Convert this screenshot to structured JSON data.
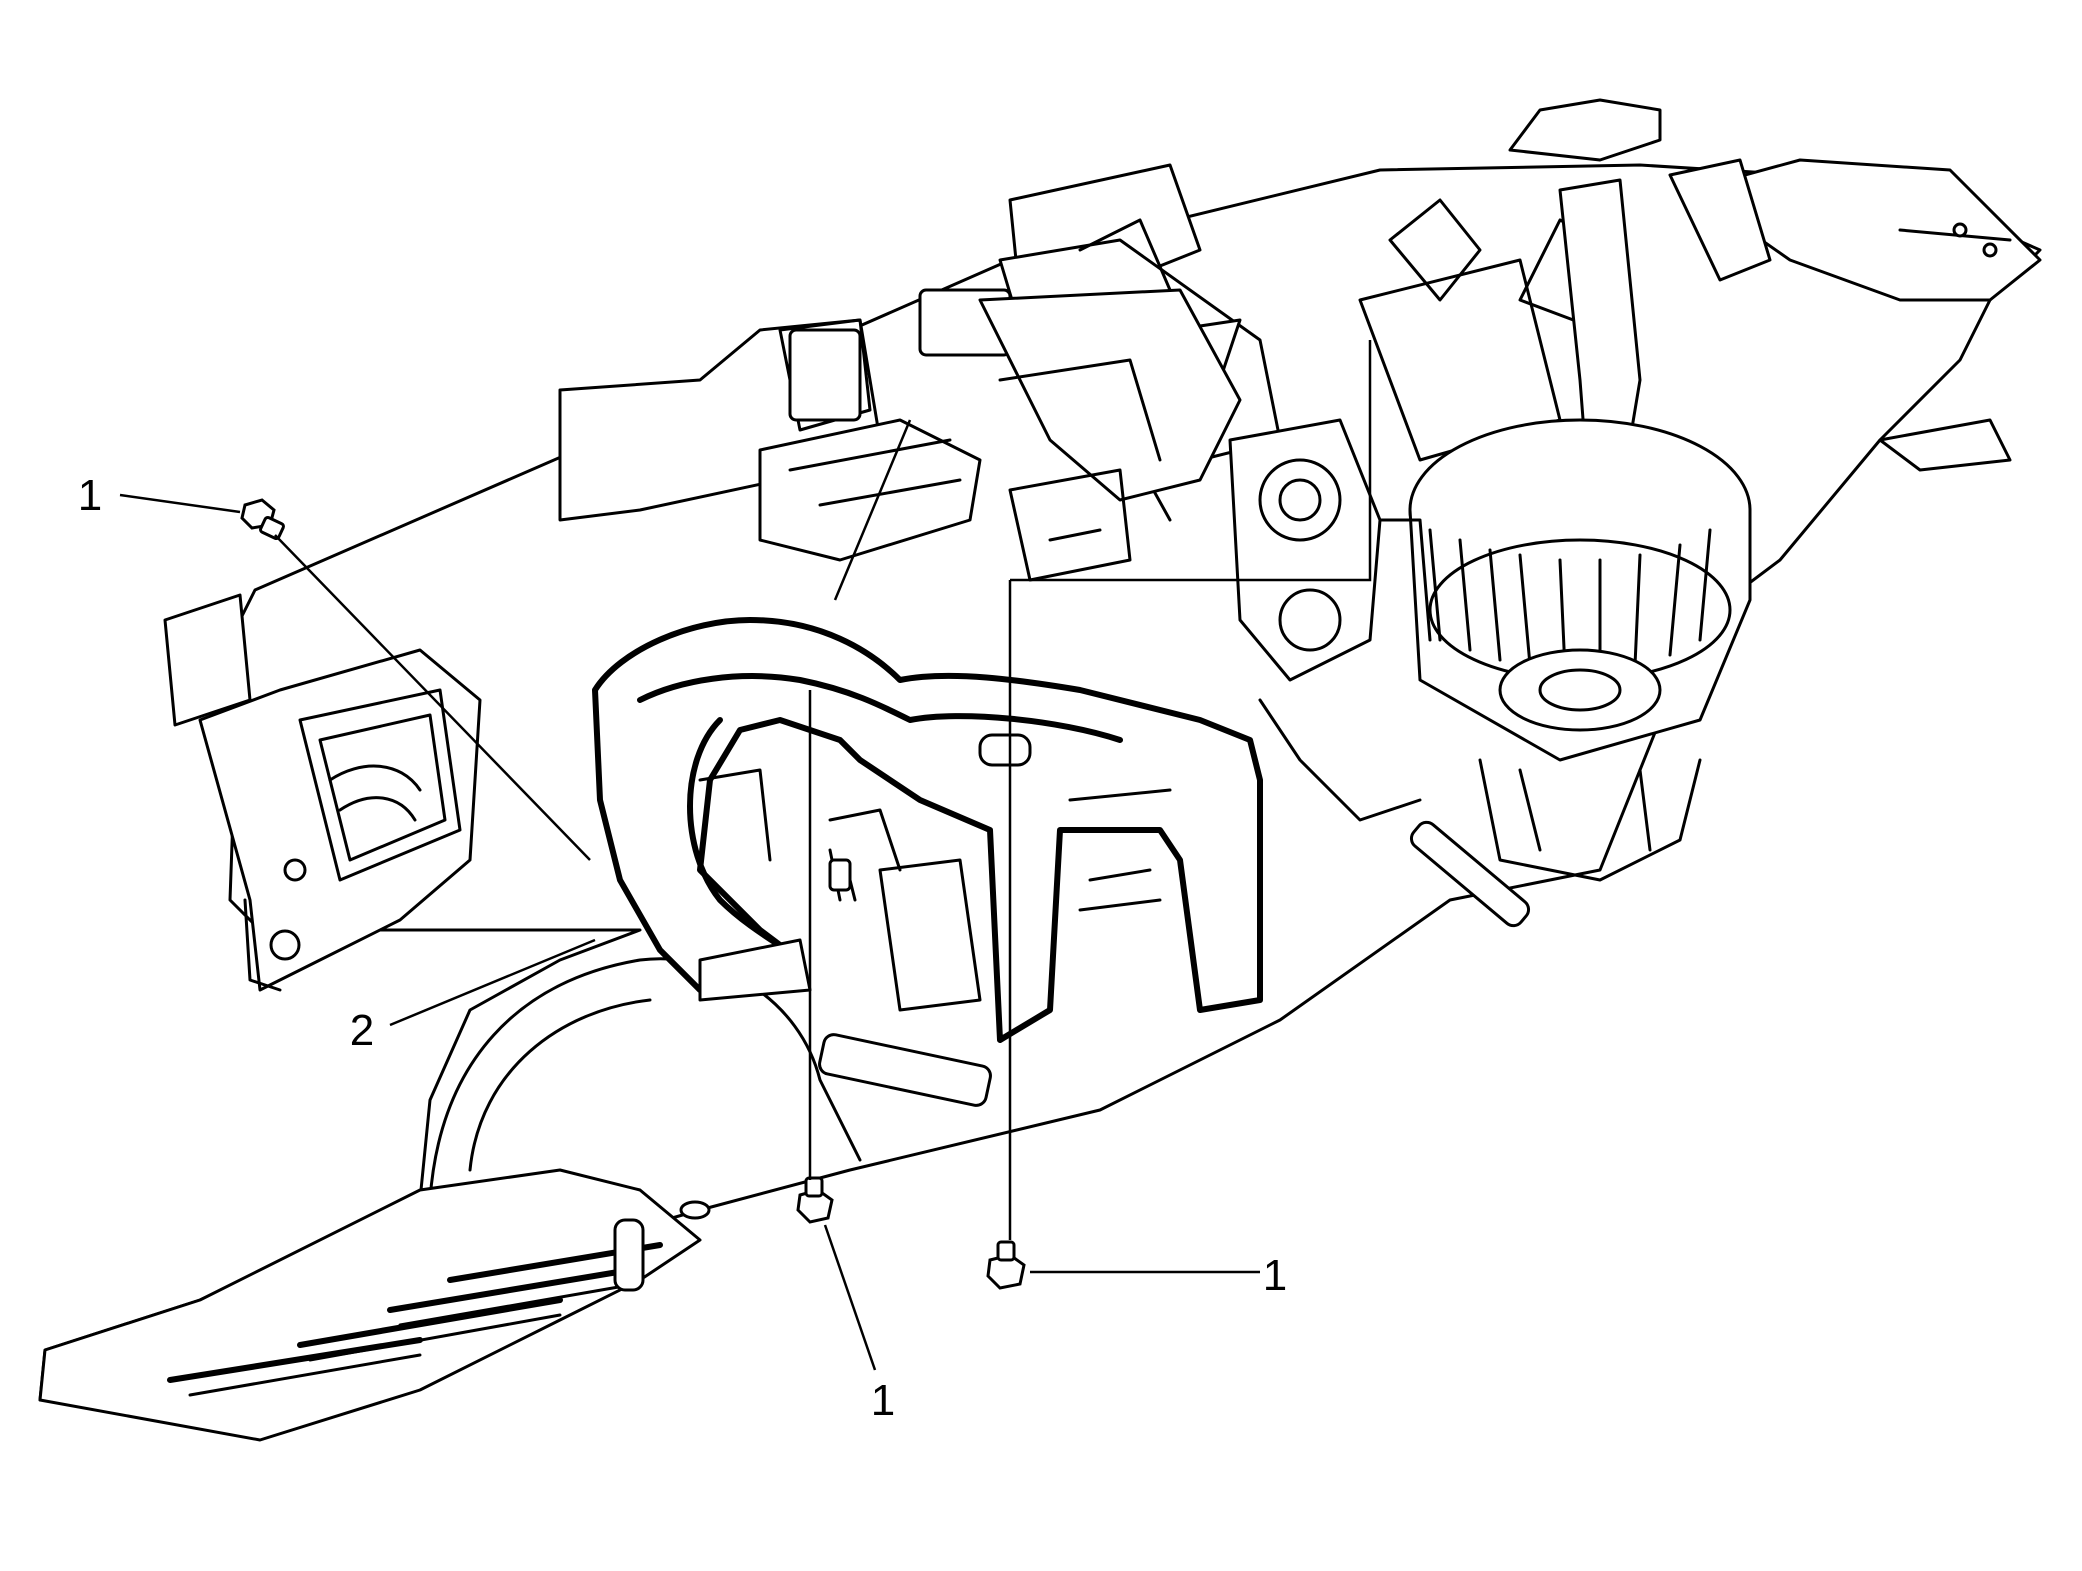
{
  "callouts": [
    {
      "id": "bolt-upper-left",
      "label": "1"
    },
    {
      "id": "duct",
      "label": "2"
    },
    {
      "id": "bolt-lower-center",
      "label": "1"
    },
    {
      "id": "bolt-lower-right",
      "label": "1"
    }
  ]
}
